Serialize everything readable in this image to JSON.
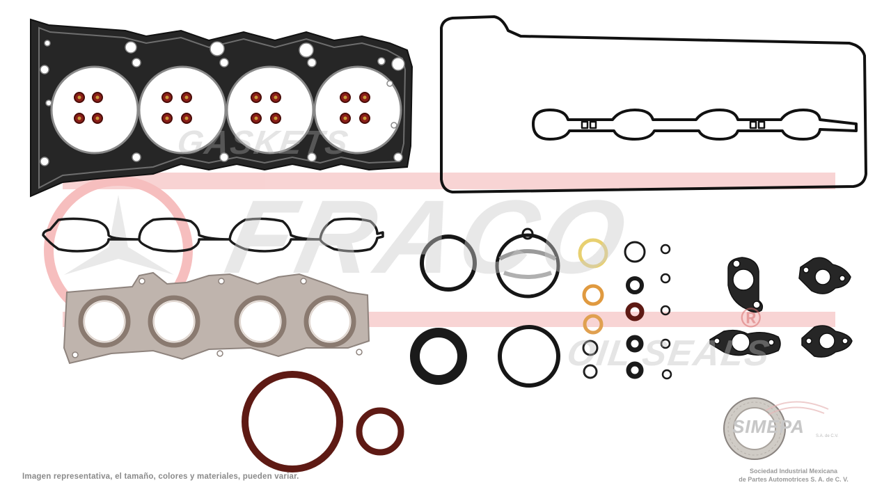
{
  "watermark": {
    "top_word": "GASKETS",
    "brand": "FRACO",
    "bottom_word": "OIL SEALS",
    "registered": "®"
  },
  "caption": "Imagen representativa, el tamaño, colores y materiales, pueden variar.",
  "simepa": {
    "logo": "SIMEPA",
    "small": "S.A. de C.V.",
    "company_line1": "Sociedad Industrial Mexicana",
    "company_line2": "de Partes Automotrices S. A. de C. V."
  },
  "colors": {
    "gasket_dark": "#1c1c1c",
    "rubber_red": "#7a1a14",
    "copper": "#e0a040",
    "metal": "#b8aca4",
    "watermark_red": "#e45d5d"
  }
}
